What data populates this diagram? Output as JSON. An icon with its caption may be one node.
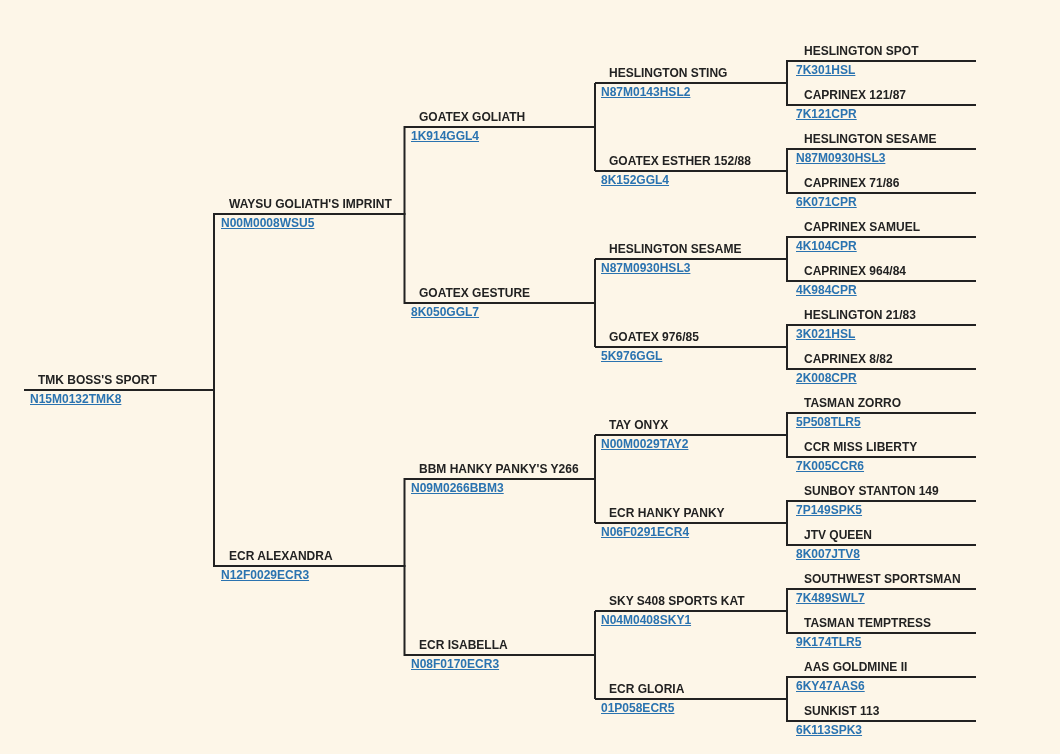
{
  "diagram": {
    "nodes": [
      {
        "text": [
          "TMK BOSS'S SPORT",
          "N15M0132TMK8"
        ]
      },
      {
        "text": [
          "WAYSU GOLIATH'S IMPRINT",
          "N00M0008WSU5"
        ]
      },
      {
        "text": [
          "GOATEX GOLIATH",
          "1K914GGL4"
        ]
      },
      {
        "text": [
          "HESLINGTON STING",
          "N87M0143HSL2"
        ]
      },
      {
        "text": [
          "HESLINGTON SPOT",
          "7K301HSL"
        ]
      },
      {
        "text": [
          "CAPRINEX 121/87",
          "7K121CPR"
        ]
      },
      {
        "text": [
          "GOATEX ESTHER 152/88",
          "8K152GGL4"
        ]
      },
      {
        "text": [
          "HESLINGTON SESAME",
          "N87M0930HSL3"
        ]
      },
      {
        "text": [
          "CAPRINEX 71/86",
          "6K071CPR"
        ]
      },
      {
        "text": [
          "GOATEX GESTURE",
          "8K050GGL7"
        ]
      },
      {
        "text": [
          "HESLINGTON SESAME",
          "N87M0930HSL3"
        ]
      },
      {
        "text": [
          "CAPRINEX SAMUEL",
          "4K104CPR"
        ]
      },
      {
        "text": [
          "CAPRINEX 964/84",
          "4K984CPR"
        ]
      },
      {
        "text": [
          "GOATEX 976/85",
          "5K976GGL"
        ]
      },
      {
        "text": [
          "HESLINGTON 21/83",
          "3K021HSL"
        ]
      },
      {
        "text": [
          "CAPRINEX 8/82",
          "2K008CPR"
        ]
      },
      {
        "text": [
          "ECR ALEXANDRA",
          "N12F0029ECR3"
        ]
      },
      {
        "text": [
          "BBM HANKY PANKY'S Y266",
          "N09M0266BBM3"
        ]
      },
      {
        "text": [
          "TAY ONYX",
          "N00M0029TAY2"
        ]
      },
      {
        "text": [
          "TASMAN ZORRO",
          "5P508TLR5"
        ]
      },
      {
        "text": [
          "CCR MISS LIBERTY",
          "7K005CCR6"
        ]
      },
      {
        "text": [
          "ECR HANKY PANKY",
          "N06F0291ECR4"
        ]
      },
      {
        "text": [
          "SUNBOY STANTON 149",
          "7P149SPK5"
        ]
      },
      {
        "text": [
          "JTV QUEEN",
          "8K007JTV8"
        ]
      },
      {
        "text": [
          "ECR ISABELLA",
          "N08F0170ECR3"
        ]
      },
      {
        "text": [
          "SKY S408 SPORTS KAT",
          "N04M0408SKY1"
        ]
      },
      {
        "text": [
          "SOUTHWEST SPORTSMAN",
          "7K489SWL7"
        ]
      },
      {
        "text": [
          "TASMAN TEMPTRESS",
          "9K174TLR5"
        ]
      },
      {
        "text": [
          "ECR GLORIA",
          "01P058ECR5"
        ]
      },
      {
        "text": [
          "AAS GOLDMINE II",
          "6KY47AAS6"
        ]
      },
      {
        "text": [
          "SUNKIST 113",
          "6K113SPK3"
        ]
      }
    ],
    "edges": [
      {
        "from": 0,
        "to": 1,
        "arrow": "none"
      },
      {
        "from": 1,
        "to": 2,
        "arrow": "none"
      },
      {
        "from": 2,
        "to": 3,
        "arrow": "none"
      },
      {
        "from": 3,
        "to": 4,
        "arrow": "none"
      },
      {
        "from": 3,
        "to": 5,
        "arrow": "none"
      },
      {
        "from": 2,
        "to": 6,
        "arrow": "none"
      },
      {
        "from": 6,
        "to": 7,
        "arrow": "none"
      },
      {
        "from": 6,
        "to": 8,
        "arrow": "none"
      },
      {
        "from": 1,
        "to": 9,
        "arrow": "none"
      },
      {
        "from": 9,
        "to": 10,
        "arrow": "none"
      },
      {
        "from": 10,
        "to": 11,
        "arrow": "none"
      },
      {
        "from": 10,
        "to": 12,
        "arrow": "none"
      },
      {
        "from": 9,
        "to": 13,
        "arrow": "none"
      },
      {
        "from": 13,
        "to": 14,
        "arrow": "none"
      },
      {
        "from": 13,
        "to": 15,
        "arrow": "none"
      },
      {
        "from": 0,
        "to": 16,
        "arrow": "none"
      },
      {
        "from": 16,
        "to": 17,
        "arrow": "none"
      },
      {
        "from": 17,
        "to": 18,
        "arrow": "none"
      },
      {
        "from": 18,
        "to": 19,
        "arrow": "none"
      },
      {
        "from": 18,
        "to": 20,
        "arrow": "none"
      },
      {
        "from": 17,
        "to": 21,
        "arrow": "none"
      },
      {
        "from": 21,
        "to": 22,
        "arrow": "none"
      },
      {
        "from": 21,
        "to": 23,
        "arrow": "none"
      },
      {
        "from": 16,
        "to": 24,
        "arrow": "none"
      },
      {
        "from": 24,
        "to": 25,
        "arrow": "none"
      },
      {
        "from": 25,
        "to": 26,
        "arrow": "none"
      },
      {
        "from": 25,
        "to": 27,
        "arrow": "none"
      },
      {
        "from": 24,
        "to": 28,
        "arrow": "none"
      },
      {
        "from": 28,
        "to": 29,
        "arrow": "none"
      },
      {
        "from": 28,
        "to": 30,
        "arrow": "none"
      }
    ]
  }
}
